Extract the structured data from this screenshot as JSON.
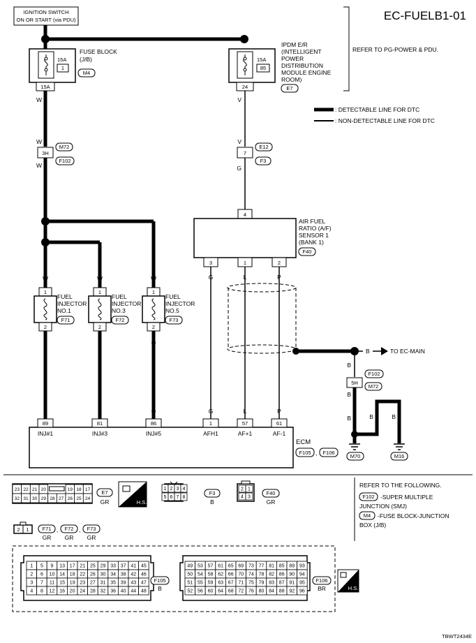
{
  "diagram_id": "EC-FUELB1-01",
  "ignition": {
    "line1": "IGNITION SWITCH",
    "line2": "ON OR START (via PDU)"
  },
  "fuse_block": {
    "label_lines": [
      "FUSE BLOCK",
      "(J/B)"
    ],
    "rating": "15A",
    "fuse_no": "1",
    "conn": "M4",
    "terminal": "15A"
  },
  "ipdm": {
    "label_lines": [
      "IPDM E/R",
      "(INTELLIGENT",
      "POWER",
      "DISTRIBUTION",
      "MODULE ENGINE",
      "ROOM)"
    ],
    "rating": "15A",
    "fuse_no": "85",
    "conn": "E7",
    "terminal": "24"
  },
  "refer_power": "REFER TO PG-POWER & PDU.",
  "legend": {
    "detectable": ": DETECTABLE LINE FOR DTC",
    "non_detectable": ": NON-DETECTABLE LINE FOR DTC"
  },
  "wires": {
    "w": "W",
    "v": "V",
    "g": "G",
    "l": "L",
    "p": "P",
    "o": "O",
    "b": "B"
  },
  "junction_left": {
    "terminal": "3H",
    "conn_top": "M72",
    "conn_bottom": "F102"
  },
  "junction_right": {
    "terminal": "7",
    "conn_top": "E12",
    "conn_bottom": "F3"
  },
  "af_sensor": {
    "label_lines": [
      "AIR FUEL",
      "RATIO (A/F)",
      "SENSOR 1",
      "(BANK 1)"
    ],
    "conn": "F40",
    "top_terminal": "4",
    "terminals": [
      "3",
      "1",
      "2"
    ]
  },
  "injectors": [
    {
      "label_lines": [
        "FUEL",
        "INJECTOR",
        "NO.1"
      ],
      "conn": "F71",
      "t1": "1",
      "t2": "2"
    },
    {
      "label_lines": [
        "FUEL",
        "INJECTOR",
        "NO.3"
      ],
      "conn": "F72",
      "t1": "1",
      "t2": "2"
    },
    {
      "label_lines": [
        "FUEL",
        "INJECTOR",
        "NO.5"
      ],
      "conn": "F73",
      "t1": "1",
      "t2": "2"
    }
  ],
  "to_ec_main": "TO EC-MAIN",
  "junction_ground": {
    "terminal": "5H",
    "conn_top": "F102",
    "conn_bottom": "M72"
  },
  "grounds": {
    "left": "M70",
    "right": "M16"
  },
  "ecm": {
    "label": "ECM",
    "conn1": "F105",
    "conn2": "F106",
    "sep": ",",
    "pins": [
      {
        "num": "89",
        "name": "INJ#1"
      },
      {
        "num": "81",
        "name": "INJ#3"
      },
      {
        "num": "86",
        "name": "INJ#5"
      },
      {
        "num": "1",
        "name": "AFH1"
      },
      {
        "num": "57",
        "name": "AF+1"
      },
      {
        "num": "61",
        "name": "AF-1"
      }
    ]
  },
  "connectors": {
    "e7_row1": [
      "23",
      "22",
      "21",
      "20",
      "",
      "19",
      "18",
      "17"
    ],
    "e7_row2": [
      "32",
      "31",
      "30",
      "29",
      "28",
      "27",
      "26",
      "25",
      "24"
    ],
    "e7": "E7",
    "e7_color": "GR",
    "f3_row1": [
      "1",
      "2",
      "3",
      "4"
    ],
    "f3_row2": [
      "5",
      "6",
      "7",
      "8"
    ],
    "f3": "F3",
    "f3_color": "B",
    "f40_row1": [
      "2",
      "1"
    ],
    "f40_row2": [
      "4",
      "3"
    ],
    "f40": "F40",
    "f40_color": "GR",
    "inj_pins": [
      "2",
      "1"
    ],
    "f71": "F71",
    "f72": "F72",
    "f73": "F73",
    "inj_color": "GR",
    "comma": ",",
    "f105": "F105",
    "f105_color": "B",
    "f106": "F106",
    "f106_color": "BR",
    "hs": "H.S.",
    "f105_grid": [
      [
        "1",
        "5",
        "9",
        "13",
        "17",
        "21",
        "25",
        "29",
        "33",
        "37",
        "41",
        "45"
      ],
      [
        "2",
        "6",
        "10",
        "14",
        "18",
        "22",
        "26",
        "30",
        "34",
        "38",
        "42",
        "46"
      ],
      [
        "3",
        "7",
        "11",
        "15",
        "19",
        "23",
        "27",
        "31",
        "35",
        "39",
        "43",
        "47"
      ],
      [
        "4",
        "8",
        "12",
        "16",
        "20",
        "24",
        "28",
        "32",
        "36",
        "40",
        "44",
        "48"
      ]
    ],
    "f106_grid": [
      [
        "49",
        "53",
        "57",
        "61",
        "65",
        "69",
        "73",
        "77",
        "81",
        "85",
        "89",
        "93"
      ],
      [
        "50",
        "54",
        "58",
        "62",
        "66",
        "70",
        "74",
        "78",
        "82",
        "86",
        "90",
        "94"
      ],
      [
        "51",
        "55",
        "59",
        "63",
        "67",
        "71",
        "75",
        "79",
        "83",
        "87",
        "91",
        "95"
      ],
      [
        "52",
        "56",
        "60",
        "64",
        "68",
        "72",
        "76",
        "80",
        "84",
        "88",
        "92",
        "96"
      ]
    ]
  },
  "refer_following": {
    "title": "REFER TO THE FOLLOWING.",
    "f102": "F102",
    "f102_desc1": "-SUPER MULTIPLE",
    "f102_desc2": "JUNCTION (SMJ)",
    "m4": "M4",
    "m4_desc1": "-FUSE BLOCK-JUNCTION",
    "m4_desc2": "BOX (J/B)"
  },
  "footer_code": "TBWT2434E"
}
